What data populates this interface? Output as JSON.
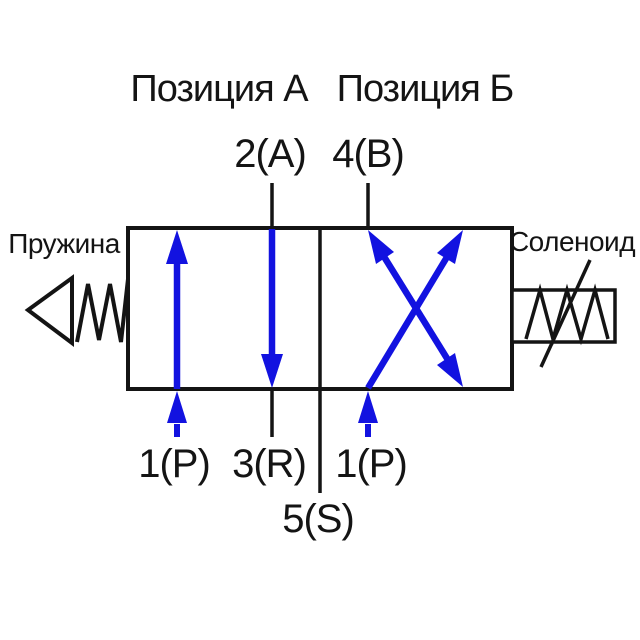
{
  "colors": {
    "line": "#141414",
    "flow": "#1212e0",
    "bg": "#ffffff"
  },
  "titles": {
    "position_a": "Позиция А",
    "position_b": "Позиция Б"
  },
  "actuators": {
    "spring": "Пружина",
    "solenoid": "Соленоид"
  },
  "ports": {
    "a": "2(A)",
    "b": "4(B)",
    "p_left": "1(P)",
    "r": "3(R)",
    "p_right": "1(P)",
    "s": "5(S)"
  }
}
